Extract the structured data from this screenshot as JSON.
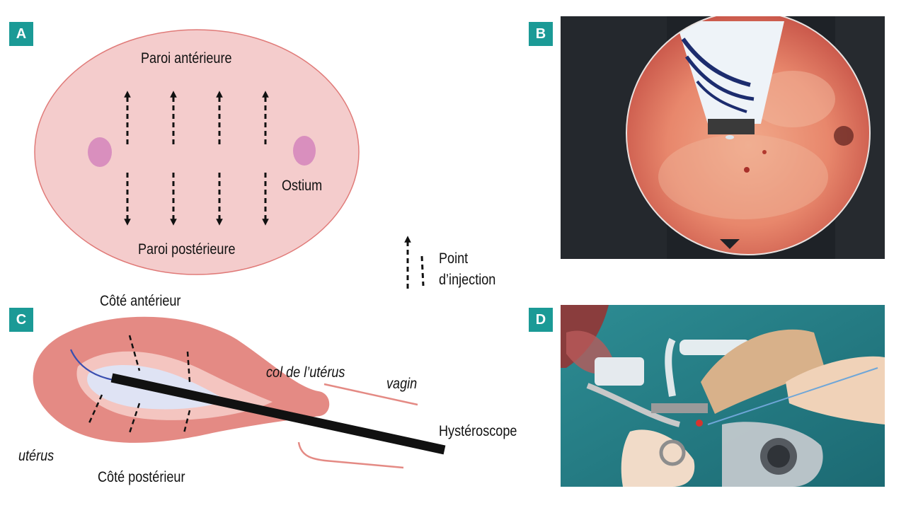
{
  "panels": {
    "a": {
      "badge": "A",
      "top_label": "Paroi antérieure",
      "bottom_label": "Paroi postérieure",
      "side_label": "Ostium"
    },
    "b": {
      "badge": "B"
    },
    "c": {
      "badge": "C",
      "top_label": "Côté antérieur",
      "bottom_label": "Côté postérieur",
      "cervix_label": "col de l’utérus",
      "vagina_label": "vagin",
      "uterus_label": "utérus",
      "scope_label": "Hystéroscope"
    },
    "d": {
      "badge": "D"
    }
  },
  "legend": {
    "line1": "Point",
    "line2": "d’injection"
  },
  "colors": {
    "badge": "#1b9a96",
    "uterus_fill": "#f4cccc",
    "uterus_stroke": "#e07a78",
    "ostium": "#d98fbe",
    "tissue": "#e48a84"
  }
}
